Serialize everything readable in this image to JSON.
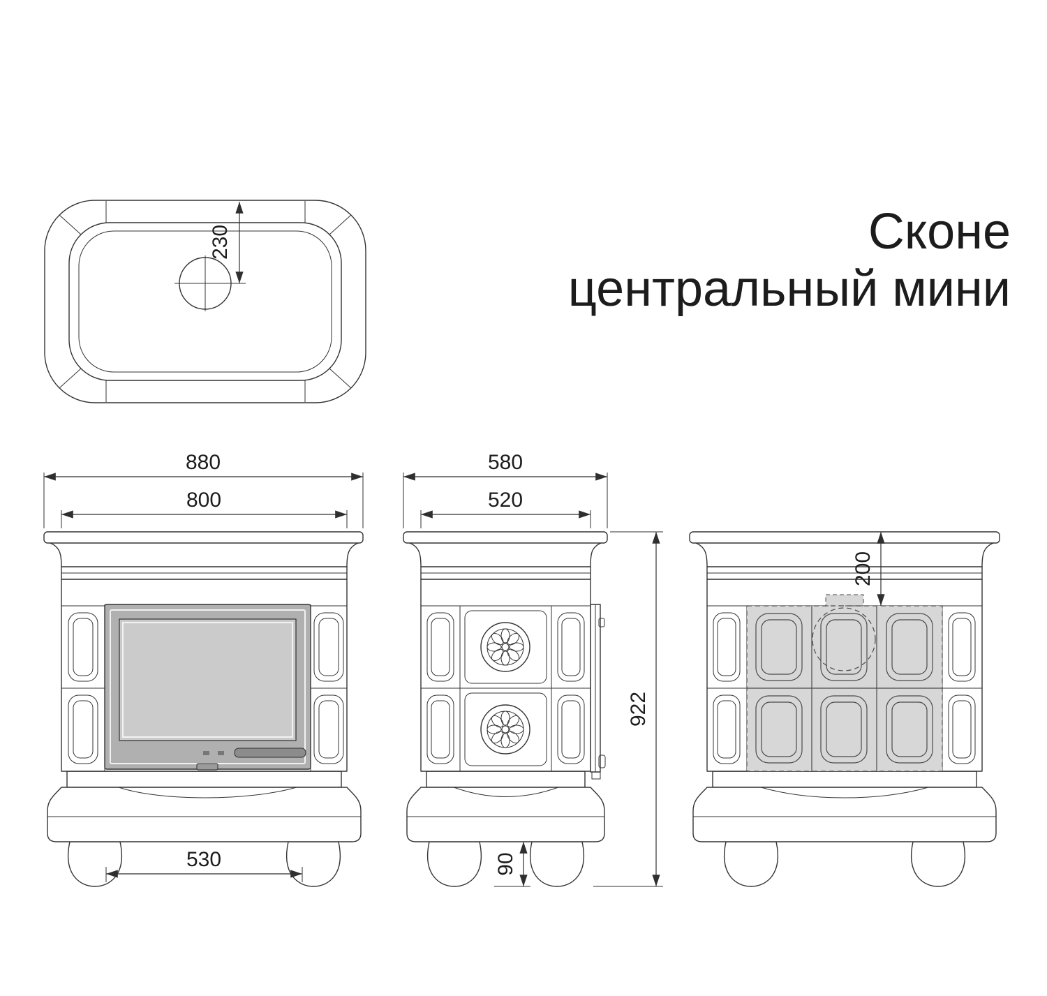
{
  "title": {
    "line1": "Сконе",
    "line2": "центральный мини"
  },
  "dims": {
    "flue_center": "230",
    "front_outer_width": "880",
    "front_body_width": "800",
    "feet_span": "530",
    "side_outer_depth": "580",
    "side_body_depth": "520",
    "total_height": "922",
    "foot_height": "90",
    "rear_flue_offset": "200"
  },
  "colors": {
    "line": "#333333",
    "door_frame": "#b0b0b0",
    "door_glass": "#cbcbcb",
    "door_handle": "#8c8c8c",
    "shaded_tiles": "#d7d7d7",
    "text": "#1c1c1c"
  }
}
